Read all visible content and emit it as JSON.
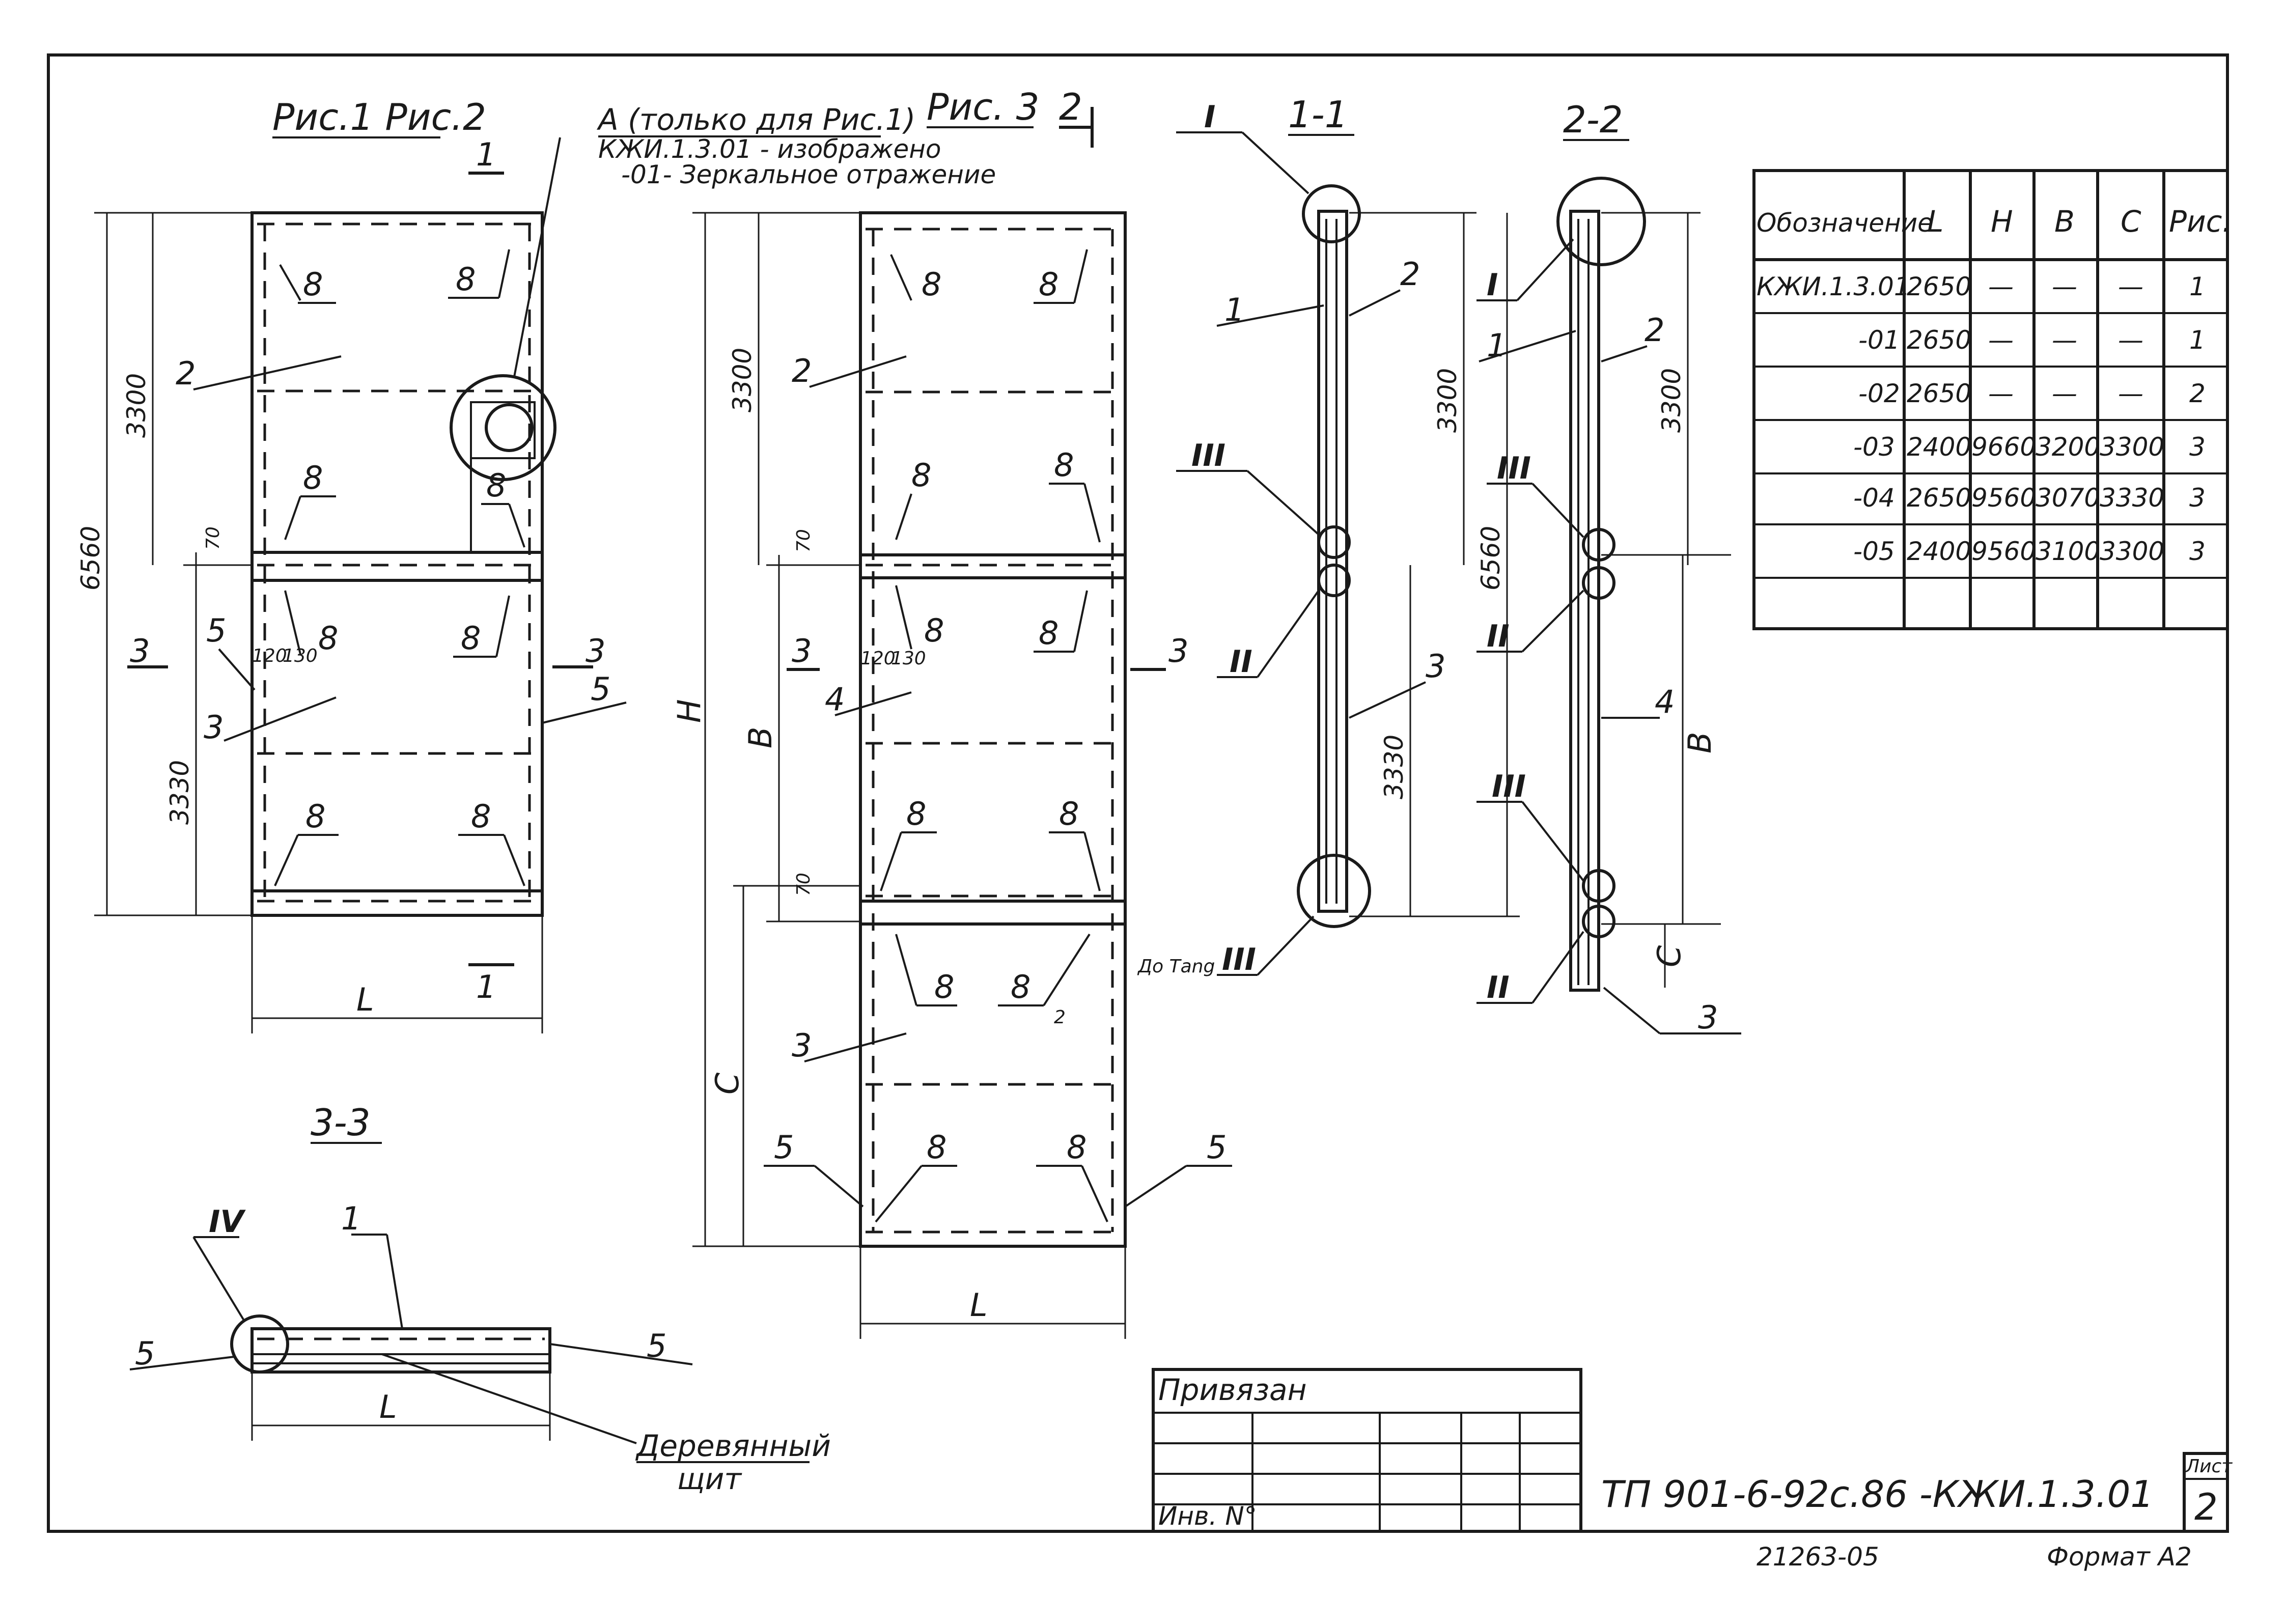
{
  "views": {
    "fig12_title": "Рис.1 Рис.2",
    "fig3_title": "Рис. 3",
    "note_a": "А (только для Рис.1)",
    "note_b": "КЖИ.1.3.01 - изображено",
    "note_c": "-01- Зеркальное отражение",
    "sec11": "1-1",
    "sec22": "2-2",
    "sec33": "3-3",
    "wood_1": "Деревянный",
    "wood_2": "щит",
    "do_tang": "До Тang"
  },
  "marks": {
    "m1": "1",
    "m2": "2",
    "m3": "3",
    "m4": "4",
    "m5": "5",
    "m8": "8",
    "m2b": "2",
    "r1": "I",
    "r2": "II",
    "r3": "III",
    "r4": "IV"
  },
  "dims": {
    "d6560": "6560",
    "d3300": "3300",
    "d3330": "3330",
    "d70": "70",
    "d120": "120",
    "d130": "130",
    "dL": "L",
    "dH": "H",
    "dB": "B",
    "dC": "C"
  },
  "table": {
    "headers": [
      "Обозначение",
      "L",
      "H",
      "B",
      "C",
      "Рис."
    ],
    "rows": [
      [
        "КЖИ.1.3.01",
        "2650",
        "—",
        "—",
        "—",
        "1"
      ],
      [
        "-01",
        "2650",
        "—",
        "—",
        "—",
        "1"
      ],
      [
        "-02",
        "2650",
        "—",
        "—",
        "—",
        "2"
      ],
      [
        "-03",
        "2400",
        "9660",
        "3200",
        "3300",
        "3"
      ],
      [
        "-04",
        "2650",
        "9560",
        "3070",
        "3330",
        "3"
      ],
      [
        "-05",
        "2400",
        "9560",
        "3100",
        "3300",
        "3"
      ],
      [
        "",
        "",
        "",
        "",
        "",
        ""
      ]
    ]
  },
  "stamp": {
    "privyazan": "Привязан",
    "inv": "Инв. N°",
    "code": "ТП 901-6-92с.86    -КЖИ.1.3.01",
    "sheet_label": "Лист",
    "sheet_no": "2",
    "footer_num": "21263-05",
    "format": "Формат А2"
  }
}
